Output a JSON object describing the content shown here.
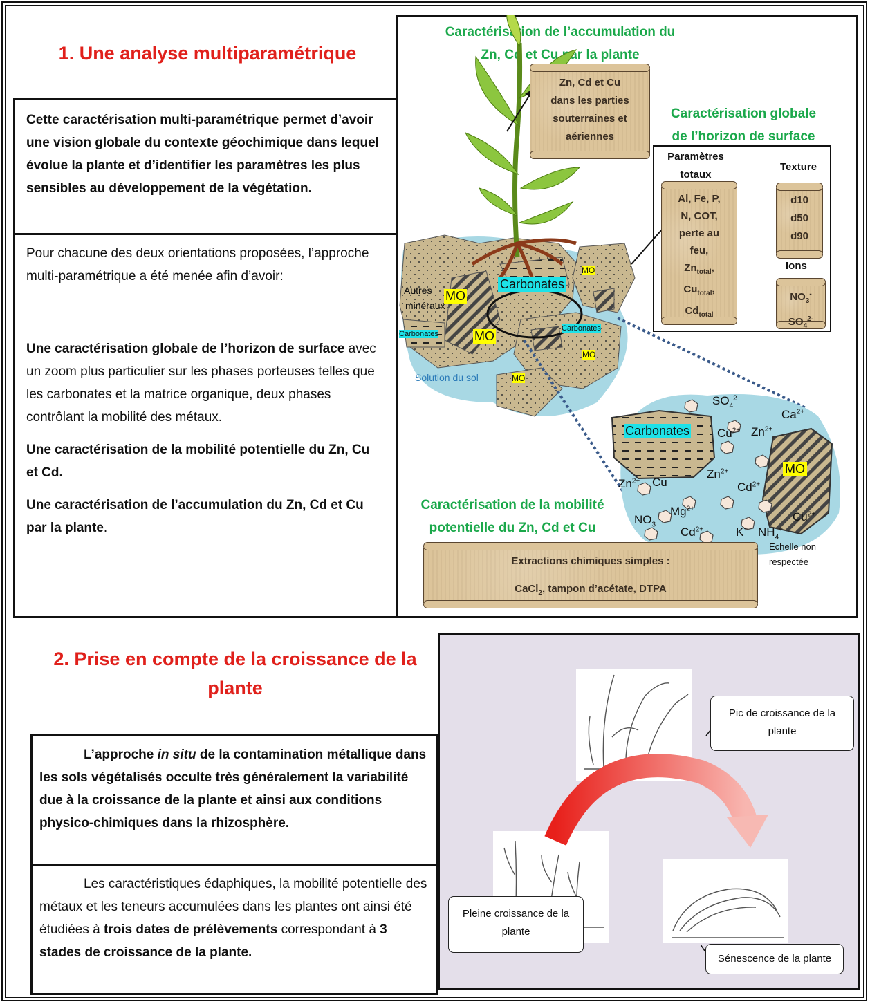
{
  "section1": {
    "title": "1.  Une analyse multiparamétrique",
    "summary": "Cette caractérisation multi-paramétrique permet d’avoir une vision globale du contexte géochimique dans lequel évolue la plante et d’identifier les paramètres les plus sensibles au développement de la végétation.",
    "intro": "Pour chacune des deux orientations proposées, l’approche multi-paramétrique a été menée afin d’avoir:",
    "item1_bold": "Une caractérisation globale de l’horizon de surface",
    "item1_rest": " avec un zoom plus particulier sur les phases porteuses telles que les carbonates et la matrice organique, deux phases contrôlant la mobilité des métaux.",
    "item2": "Une caractérisation de la mobilité potentielle du Zn, Cu et Cd.",
    "item3_bold": " Une caractérisation de l’accumulation du Zn, Cd et Cu par la plante",
    "item3_rest": "."
  },
  "diagram1": {
    "acc_title_1": "Caractérisation de l’accumulation du",
    "acc_title_2": "Zn, Cd et Cu par la plante",
    "acc_scroll": [
      "Zn, Cd et Cu",
      "dans les parties",
      "souterraines et",
      "aériennes"
    ],
    "glob_title_1": "Caractérisation globale",
    "glob_title_2": "de l’horizon de surface",
    "param_title_1": "Paramètres",
    "param_title_2": "totaux",
    "param_lines": [
      "Al, Fe, P,",
      "N, COT,",
      "perte au",
      "feu,"
    ],
    "param_zn": "Zn",
    "param_cu": "Cu",
    "param_cd": "Cd",
    "param_sub": "total",
    "texture_title": "Texture",
    "texture_items": [
      "d10",
      "d50",
      "d90"
    ],
    "ions_title": "Ions",
    "ion_no3": "NO",
    "ion_no3_sub": "3",
    "ion_no3_sup": "-",
    "ion_so4": "SO",
    "ion_so4_sub": "4",
    "ion_so4_sup": "2-",
    "autres": "Autres",
    "mineraux": "minéraux",
    "mo": "MO",
    "carbonates": "Carbonates",
    "solution": "Solution du sol",
    "mob_title_1": "Caractérisation de la mobilité",
    "mob_title_2": "potentielle du Zn, Cd et Cu",
    "extr_1": "Extractions chimiques simples :",
    "extr_2a": "CaCl",
    "extr_2sub": "2",
    "extr_2b": ", tampon d’acétate, DTPA",
    "scale_1": "Echelle non",
    "scale_2": "respectée",
    "ions_zoom": {
      "so4": "SO",
      "so4_sub": "4",
      "so4_sup": "2-",
      "ca": "Ca",
      "ca_sup": "2+",
      "cu": "Cu",
      "cu_sup": "2+",
      "zn": "Zn",
      "zn_sup": "2+",
      "cd": "Cd",
      "cd_sup": "2+",
      "mg": "Mg",
      "mg_sup": "2+",
      "no3": "NO",
      "no3_sub": "3",
      "no3_sup": "-",
      "k": "K",
      "k_sup": "+",
      "nh4": "NH",
      "nh4_sub": "4",
      "nh4_sup": "+"
    }
  },
  "section2": {
    "title_1": "2. Prise en compte de la croissance de la",
    "title_2": "plante",
    "box1_a": "L’approche ",
    "box1_italic": "in situ",
    "box1_b": " de la contamination métallique dans les sols végétalisés occulte très généralement la variabilité due à la croissance de la plante et ainsi aux conditions physico-chimiques dans la rhizosphère.",
    "box2_a": "Les caractéristiques édaphiques, la mobilité potentielle des métaux et les teneurs accumulées dans les plantes ont ainsi été étudiées à ",
    "box2_b1": "trois dates de prélèvements",
    "box2_c": " correspondant à ",
    "box2_b2": "3 stades de croissance de la plante."
  },
  "diagram2": {
    "peak": "Pic de croissance de la plante",
    "full": "Pleine croissance de la plante",
    "senescence": "Sénescence de la plante"
  }
}
